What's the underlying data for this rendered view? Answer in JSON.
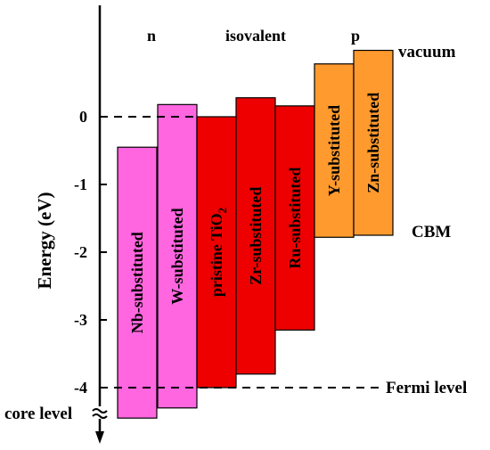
{
  "axis": {
    "title": "Energy (eV)",
    "ticks": [
      {
        "value": 0,
        "label": "0"
      },
      {
        "value": -1,
        "label": "-1"
      },
      {
        "value": -2,
        "label": "-2"
      },
      {
        "value": -3,
        "label": "-3"
      },
      {
        "value": -4,
        "label": "-4"
      }
    ],
    "ylim": [
      -4.4,
      1.6
    ]
  },
  "groups": [
    "n",
    "isovalent",
    "p"
  ],
  "reference_lines": {
    "vacuum": {
      "label": "vacuum",
      "value": 0
    },
    "fermi": {
      "label": "Fermi level",
      "value": -4.0
    }
  },
  "side_labels": {
    "cbm": "CBM",
    "core_level": "core level"
  },
  "bars": [
    {
      "label": "Nb-substituted",
      "sub": "",
      "top": -0.45,
      "bottom": -4.45,
      "color": "#ff66e0"
    },
    {
      "label": "W-substituted",
      "sub": "",
      "top": 0.18,
      "bottom": -4.3,
      "color": "#ff66e0"
    },
    {
      "label": "pristine TiO",
      "sub": "2",
      "top": 0.0,
      "bottom": -4.0,
      "color": "#ee0000"
    },
    {
      "label": "Zr-substituted",
      "sub": "",
      "top": 0.28,
      "bottom": -3.8,
      "color": "#ee0000"
    },
    {
      "label": "Ru-substituted",
      "sub": "",
      "top": 0.16,
      "bottom": -3.15,
      "color": "#ee0000"
    },
    {
      "label": "Y-substituted",
      "sub": "",
      "top": 0.78,
      "bottom": -1.78,
      "color": "#ff9a2e"
    },
    {
      "label": "Zn-substituted",
      "sub": "",
      "top": 0.98,
      "bottom": -1.75,
      "color": "#ff9a2e"
    }
  ]
}
